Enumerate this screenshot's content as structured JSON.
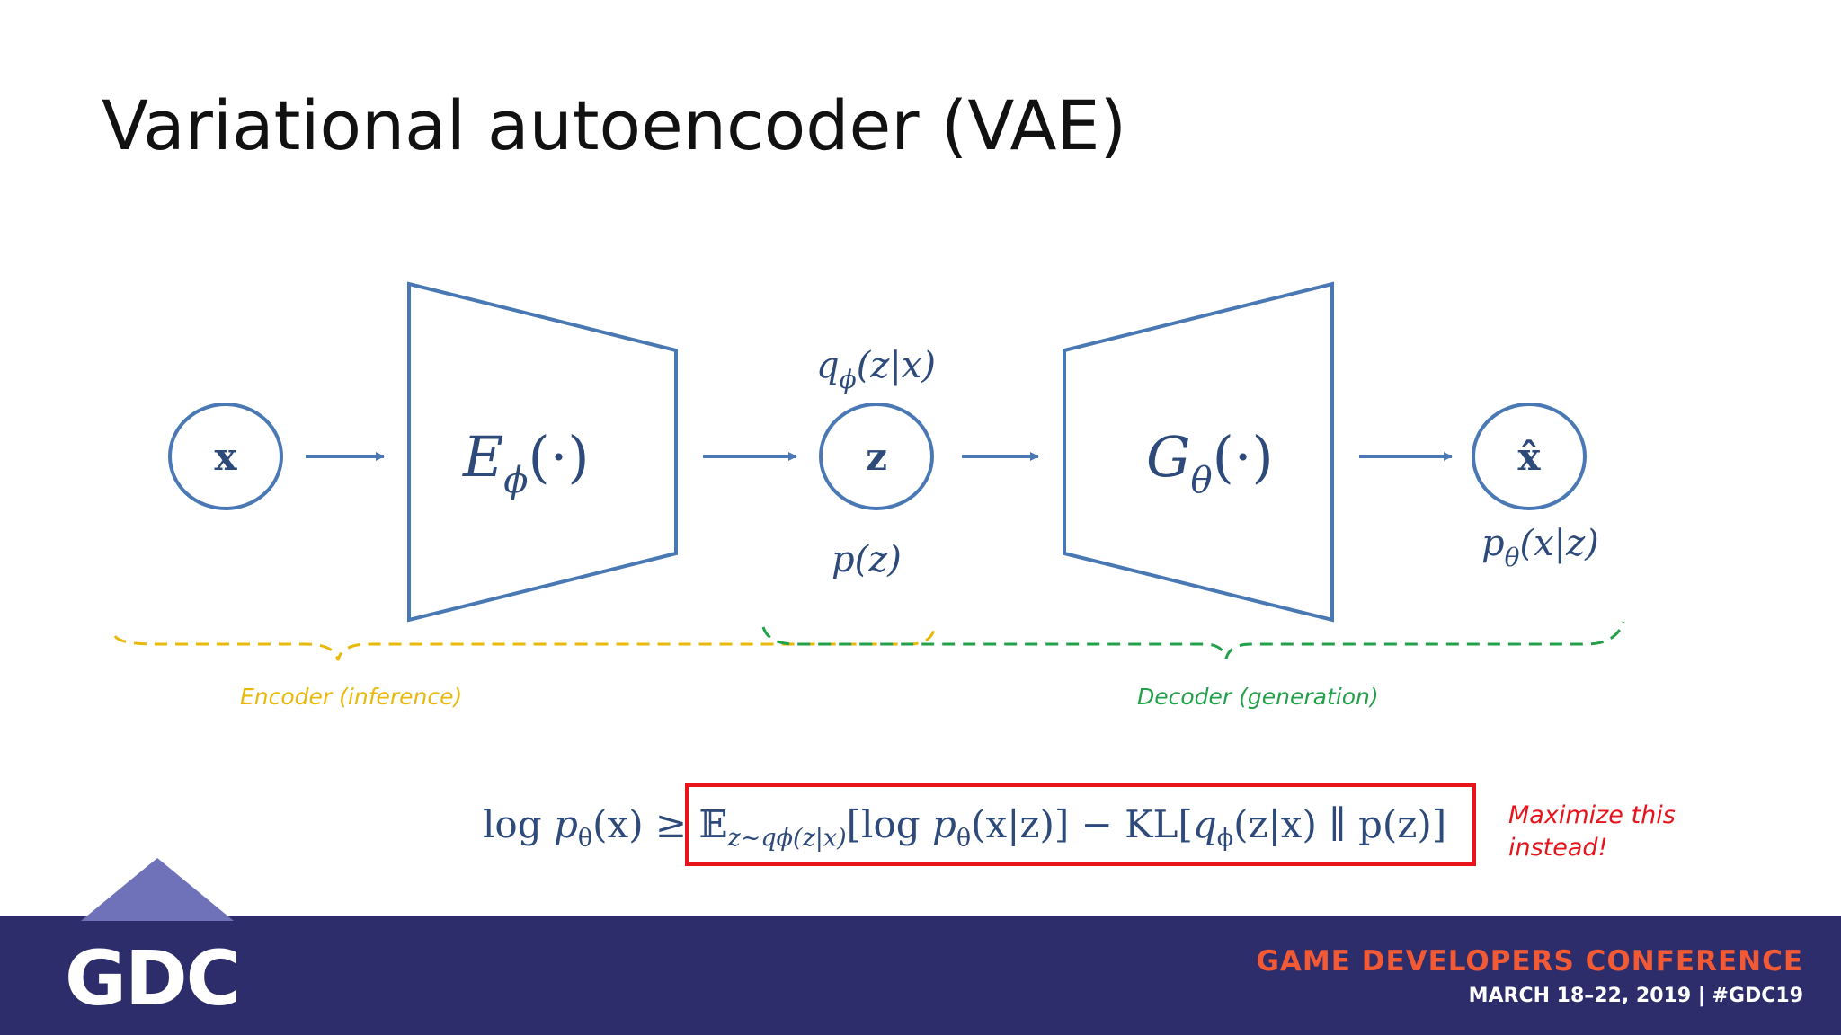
{
  "slide": {
    "title": "Variational autoencoder (VAE)"
  },
  "nodes": {
    "input": "x",
    "latent": "z",
    "output": "x̂"
  },
  "networks": {
    "encoder": {
      "symbol": "E",
      "subscript": "ϕ",
      "arg": "(·)"
    },
    "decoder": {
      "symbol": "G",
      "subscript": "θ",
      "arg": "(·)"
    }
  },
  "annotations": {
    "posterior": {
      "base": "q",
      "sub": "ϕ",
      "rest": "(z|x)"
    },
    "prior": "p(z)",
    "likelihood": {
      "base": "p",
      "sub": "θ",
      "rest": "(x|z)"
    }
  },
  "brackets": {
    "encoder_label": "Encoder (inference)",
    "decoder_label": "Decoder (generation)"
  },
  "elbo": {
    "lhs_log": "log ",
    "lhs_p": "p",
    "lhs_sub": "θ",
    "lhs_arg": "(x) ≥",
    "e": "𝔼",
    "e_sub": "z∼qϕ(z|x)",
    "bracket1": "[log ",
    "p": "p",
    "p_sub": "θ",
    "p_arg": "(x|z)] − KL[",
    "q": "q",
    "q_sub": "ϕ",
    "q_arg": "(z|x) ∥ p(z)]"
  },
  "callout": "Maximize this\ninstead!",
  "colors": {
    "diagram_blue": "#4a78b4",
    "encoder_yellow": "#e8b80a",
    "decoder_green": "#22a04a",
    "highlight_red": "#e8141b",
    "footer_navy": "#2d2d6b",
    "footer_orange": "#f15a34"
  },
  "footer": {
    "logo": "GDC",
    "conference": "GAME DEVELOPERS CONFERENCE",
    "dates": "MARCH 18–22, 2019  |  #GDC19"
  }
}
